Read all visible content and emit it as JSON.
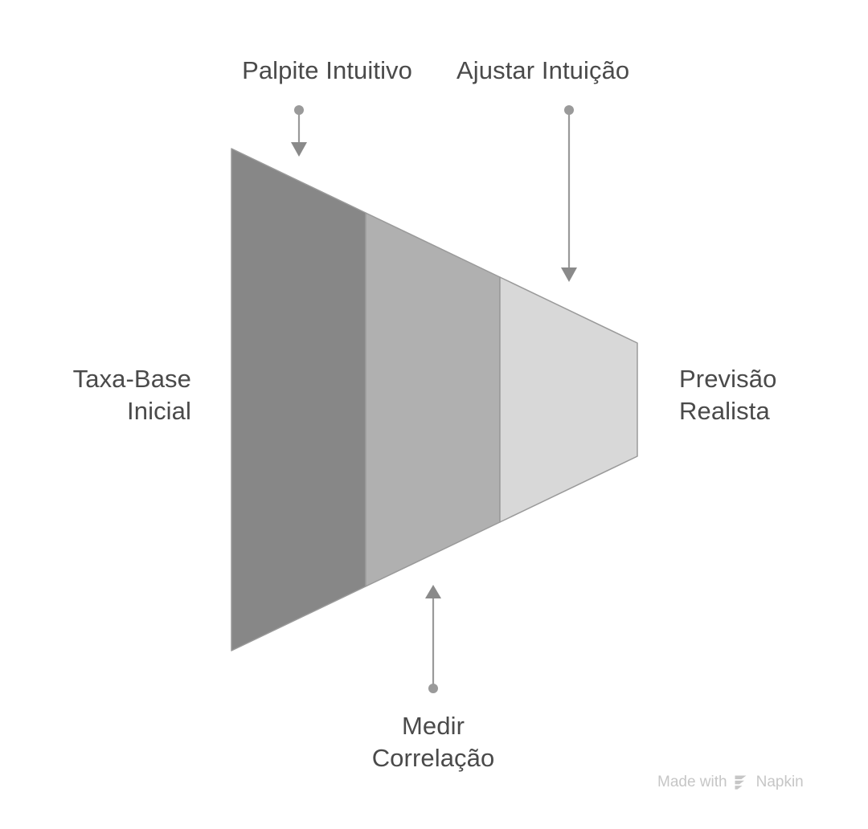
{
  "diagram": {
    "type": "funnel",
    "title": "",
    "orientation": "horizontal-left-to-right",
    "background_color": "#ffffff",
    "text_color": "#4a4a4a",
    "connector_color": "#8f8f8f",
    "segments": [
      {
        "name": "segment-1",
        "fill": "#878787",
        "stroke": "#9a9a9a"
      },
      {
        "name": "segment-2",
        "fill": "#b0b0b0",
        "stroke": "#9a9a9a"
      },
      {
        "name": "segment-3",
        "fill": "#d8d8d8",
        "stroke": "#9a9a9a"
      }
    ]
  },
  "labels": {
    "top_left": "Palpite Intuitivo",
    "top_right": "Ajustar Intuição",
    "left": "Taxa-Base\nInicial",
    "right": "Previsão\nRealista",
    "bottom": "Medir\nCorrelação"
  },
  "watermark": {
    "prefix": "Made with",
    "brand": "Napkin",
    "color": "#c6c6c6"
  }
}
